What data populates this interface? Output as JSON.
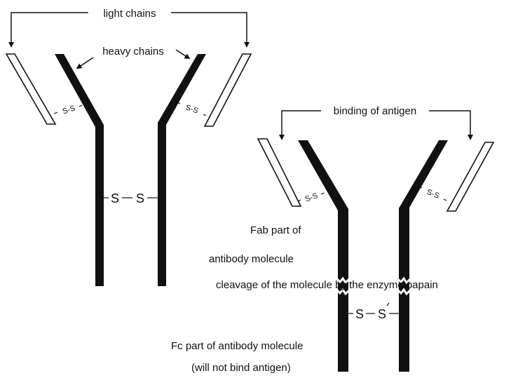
{
  "labels": {
    "light_chains": "light chains",
    "heavy_chains": "heavy chains",
    "binding_of_antigen": "binding of antigen",
    "fab_line1": "Fab part of",
    "fab_line2": "antibody molecule",
    "cleavage": "cleavage of the molecule by the enzyme papain",
    "fc_line1": "Fc part of antibody molecule",
    "fc_line2": "(will not bind antigen)"
  },
  "bonds": {
    "intact_light_left": "S-S",
    "intact_light_right": "S-S",
    "intact_hinge_s1": "S",
    "intact_hinge_s2": "S",
    "cleaved_light_left": "S-S",
    "cleaved_light_right": "S-S",
    "cleaved_hinge_s1": "S",
    "cleaved_hinge_s2": "S"
  },
  "colors": {
    "chain": "#111111",
    "background": "#ffffff"
  }
}
